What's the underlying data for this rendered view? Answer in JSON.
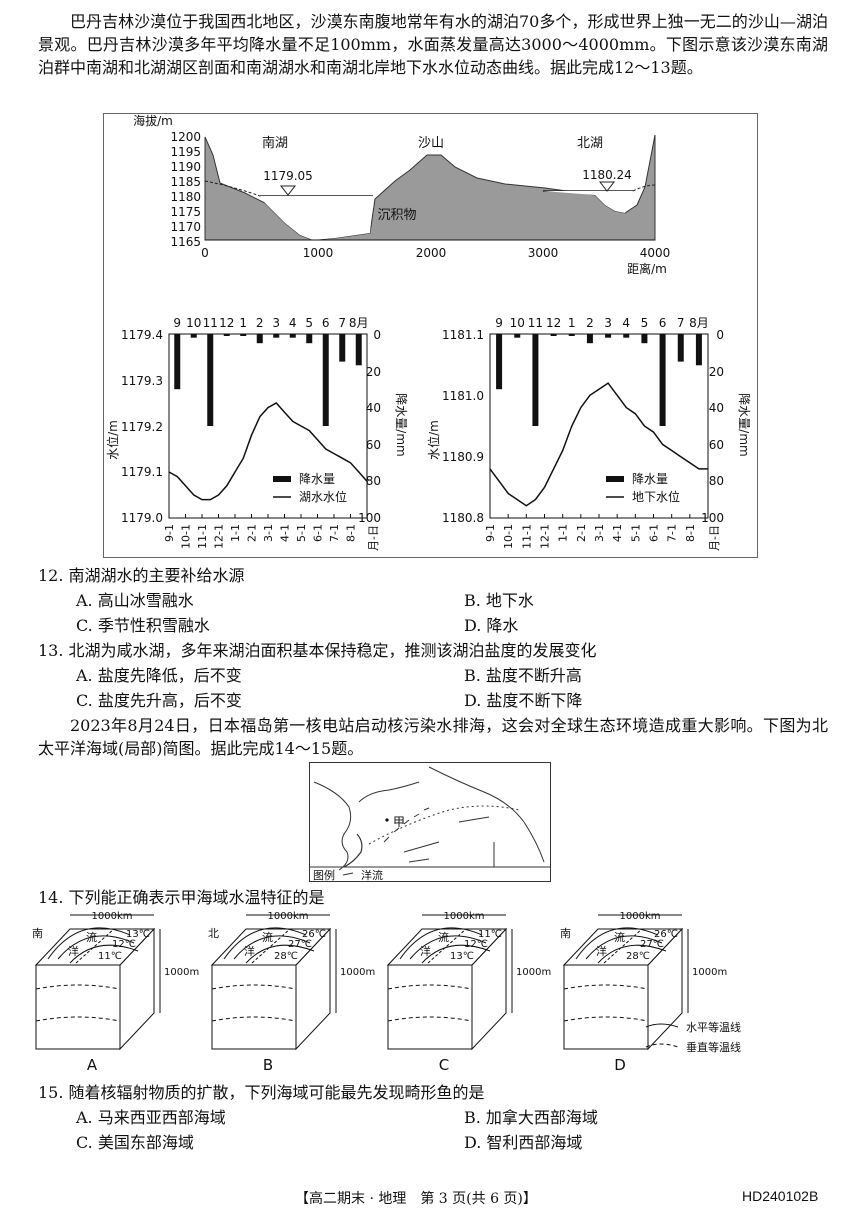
{
  "intro1": "巴丹吉林沙漠位于我国西北地区，沙漠东南腹地常年有水的湖泊70多个，形成世界上独一无二的沙山—湖泊景观。巴丹吉林沙漠多年平均降水量不足100mm，水面蒸发量高达3000～4000mm。下图示意该沙漠东南湖泊群中南湖和北湖湖区剖面和南湖湖水和南湖北岸地下水水位动态曲线。据此完成12～13题。",
  "profile": {
    "ylabel": "海拔/m",
    "yticks": [
      "1200",
      "1195",
      "1190",
      "1185",
      "1180",
      "1175",
      "1170",
      "1165"
    ],
    "xticks": [
      "0",
      "1000",
      "2000",
      "3000",
      "4000"
    ],
    "xlabel": "距离/m",
    "label_south": "南湖",
    "label_dune": "沙山",
    "label_north": "北湖",
    "level_south": "1179.05",
    "level_north": "1180.24",
    "sediment": "沉积物"
  },
  "chart_data": [
    {
      "type": "bar",
      "title": "",
      "months": [
        "9",
        "10",
        "11",
        "12",
        "1",
        "2",
        "3",
        "4",
        "5",
        "6",
        "7",
        "8月"
      ],
      "precip": [
        30,
        2,
        50,
        1,
        1,
        5,
        2,
        2,
        5,
        50,
        15,
        17
      ],
      "right_ticks": [
        "0",
        "20",
        "40",
        "60",
        "80",
        "100"
      ],
      "right_label": "降水量/mm",
      "left_ticks": [
        "1179.4",
        "1179.3",
        "1179.2",
        "1179.1",
        "1179.0"
      ],
      "left_label": "水位/m",
      "ylim": [
        1179.0,
        1179.4
      ],
      "x_ticks": [
        "9-1",
        "10-1",
        "11-1",
        "12-1",
        "1-1",
        "2-1",
        "3-1",
        "4-1",
        "5-1",
        "6-1",
        "7-1",
        "8-1"
      ],
      "x_unit": "月-日",
      "legend_bar": "降水量",
      "legend_line": "湖水水位",
      "level": [
        1179.1,
        1179.09,
        1179.07,
        1179.05,
        1179.04,
        1179.04,
        1179.05,
        1179.07,
        1179.1,
        1179.13,
        1179.18,
        1179.22,
        1179.24,
        1179.25,
        1179.23,
        1179.21,
        1179.2,
        1179.19,
        1179.17,
        1179.15,
        1179.14,
        1179.13,
        1179.12,
        1179.1,
        1179.08
      ]
    },
    {
      "type": "bar",
      "title": "",
      "months": [
        "9",
        "10",
        "11",
        "12",
        "1",
        "2",
        "3",
        "4",
        "5",
        "6",
        "7",
        "8月"
      ],
      "precip": [
        30,
        2,
        50,
        1,
        1,
        5,
        2,
        2,
        5,
        50,
        15,
        17
      ],
      "right_ticks": [
        "0",
        "20",
        "40",
        "60",
        "80",
        "100"
      ],
      "right_label": "降水量/mm",
      "left_ticks": [
        "1181.1",
        "1181.0",
        "1180.9",
        "1180.8"
      ],
      "left_label": "水位/m",
      "ylim": [
        1180.8,
        1181.1
      ],
      "x_ticks": [
        "9-1",
        "10-1",
        "11-1",
        "12-1",
        "1-1",
        "2-1",
        "3-1",
        "4-1",
        "5-1",
        "6-1",
        "7-1",
        "8-1"
      ],
      "x_unit": "月-日",
      "legend_bar": "降水量",
      "legend_line": "地下水位",
      "level": [
        1180.88,
        1180.86,
        1180.84,
        1180.83,
        1180.82,
        1180.83,
        1180.85,
        1180.88,
        1180.91,
        1180.95,
        1180.98,
        1181.0,
        1181.01,
        1181.02,
        1181.0,
        1180.98,
        1180.97,
        1180.95,
        1180.94,
        1180.92,
        1180.91,
        1180.9,
        1180.89,
        1180.88,
        1180.88
      ]
    }
  ],
  "q12": {
    "stem": "12. 南湖湖水的主要补给水源",
    "A": "A. 高山冰雪融水",
    "B": "B. 地下水",
    "C": "C. 季节性积雪融水",
    "D": "D. 降水"
  },
  "q13": {
    "stem": "13. 北湖为咸水湖，多年来湖泊面积基本保持稳定，推测该湖泊盐度的发展变化",
    "A": "A. 盐度先降低，后不变",
    "B": "B. 盐度不断升高",
    "C": "C. 盐度先升高，后不变",
    "D": "D. 盐度不断下降"
  },
  "intro2": "2023年8月24日，日本福岛第一核电站启动核污染水排海，这会对全球生态环境造成重大影响。下图为北太平洋海域(局部)简图。据此完成14～15题。",
  "map": {
    "point": "甲",
    "legend_title": "图例",
    "legend_item": "洋流"
  },
  "q14": {
    "stem": "14. 下列能正确表示甲海域水温特征的是"
  },
  "blocks": [
    {
      "letter": "A",
      "dir": "南",
      "t1": "13℃",
      "t2": "12℃",
      "t3": "11℃",
      "w": "1000km",
      "d": "1000m"
    },
    {
      "letter": "B",
      "dir": "北",
      "t1": "26℃",
      "t2": "27℃",
      "t3": "28℃",
      "w": "1000km",
      "d": "1000m"
    },
    {
      "letter": "C",
      "dir": "",
      "t1": "11℃",
      "t2": "12℃",
      "t3": "13℃",
      "w": "1000km",
      "d": "1000m"
    },
    {
      "letter": "D",
      "dir": "南",
      "t1": "26℃",
      "t2": "27℃",
      "t3": "28℃",
      "w": "1000km",
      "d": "1000m"
    }
  ],
  "block_words": {
    "liu": "流",
    "yang": "洋",
    "legend_h": "水平等温线",
    "legend_v": "垂直等温线"
  },
  "q15": {
    "stem": "15. 随着核辐射物质的扩散，下列海域可能最先发现畸形鱼的是",
    "A": "A. 马来西亚西部海域",
    "B": "B. 加拿大西部海域",
    "C": "C. 美国东部海域",
    "D": "D. 智利西部海域"
  },
  "footer": {
    "center": "【高二期末 · 地理　第 3 页(共 6 页)】",
    "code": "HD240102B"
  }
}
